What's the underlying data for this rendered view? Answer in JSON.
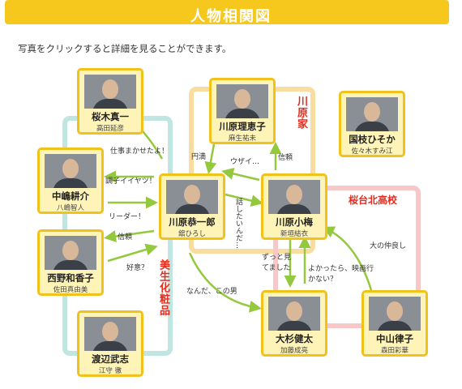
{
  "header": {
    "title": "人物相関図"
  },
  "intro": "写真をクリックすると詳細を見ることができます。",
  "groups": {
    "kawahara_family": "川原家",
    "sakuradai_high": "桜台北高校",
    "bisei_cosmetics": "美生化粧品"
  },
  "characters": [
    {
      "name": "桜木真一",
      "actor": "高田延彦"
    },
    {
      "name": "中嶋耕介",
      "actor": "八嶋智人"
    },
    {
      "name": "西野和香子",
      "actor": "佐田真由美"
    },
    {
      "name": "渡辺武志",
      "actor": "江守 徹"
    },
    {
      "name": "川原恭一郎",
      "actor": "舘ひろし"
    },
    {
      "name": "川原理恵子",
      "actor": "麻生祐未"
    },
    {
      "name": "国枝ひそか",
      "actor": "佐々木すみ江"
    },
    {
      "name": "川原小梅",
      "actor": "新垣結衣"
    },
    {
      "name": "大杉健太",
      "actor": "加藤成亮"
    },
    {
      "name": "中山律子",
      "actor": "森田彩華"
    }
  ],
  "relations": {
    "r1": "仕事まかせたよ！",
    "r2": "調子イイヤツ！",
    "r3": "リーダー！",
    "r4": "信頼",
    "r5": "好意？",
    "r6": "円満",
    "r7": "ウザイ…",
    "r8": "信頼",
    "r9": "話したいんだ…",
    "r10": "ずっと見てました",
    "r11": "よかったら、映画行かない？",
    "r12": "大の仲良し",
    "r13": "なんだ、この男"
  },
  "colors": {
    "banner": "#f6c81e",
    "card_border": "#f2c21c",
    "card_bg": "#fff4b8",
    "arrow": "#94c83d",
    "cosmetics_frame": "#bfe6e0",
    "family_frame": "#f9dca0",
    "school_frame": "#f8c8c8",
    "group_label": "#e52b1c"
  }
}
